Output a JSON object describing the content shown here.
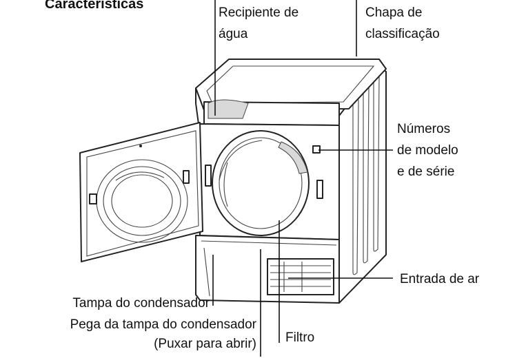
{
  "title": "Características",
  "labels": {
    "water_container_1": "Recipiente de",
    "water_container_2": "água",
    "rating_plate_1": "Chapa de",
    "rating_plate_2": "classificação",
    "model_numbers_1": "Números",
    "model_numbers_2": "de modelo",
    "model_numbers_3": "e de série",
    "air_inlet": "Entrada de ar",
    "condenser_cover": "Tampa do condensador",
    "condenser_handle_1": "Pega da tampa do condensador",
    "condenser_handle_2": "(Puxar para abrir)",
    "filter": "Filtro"
  }
}
